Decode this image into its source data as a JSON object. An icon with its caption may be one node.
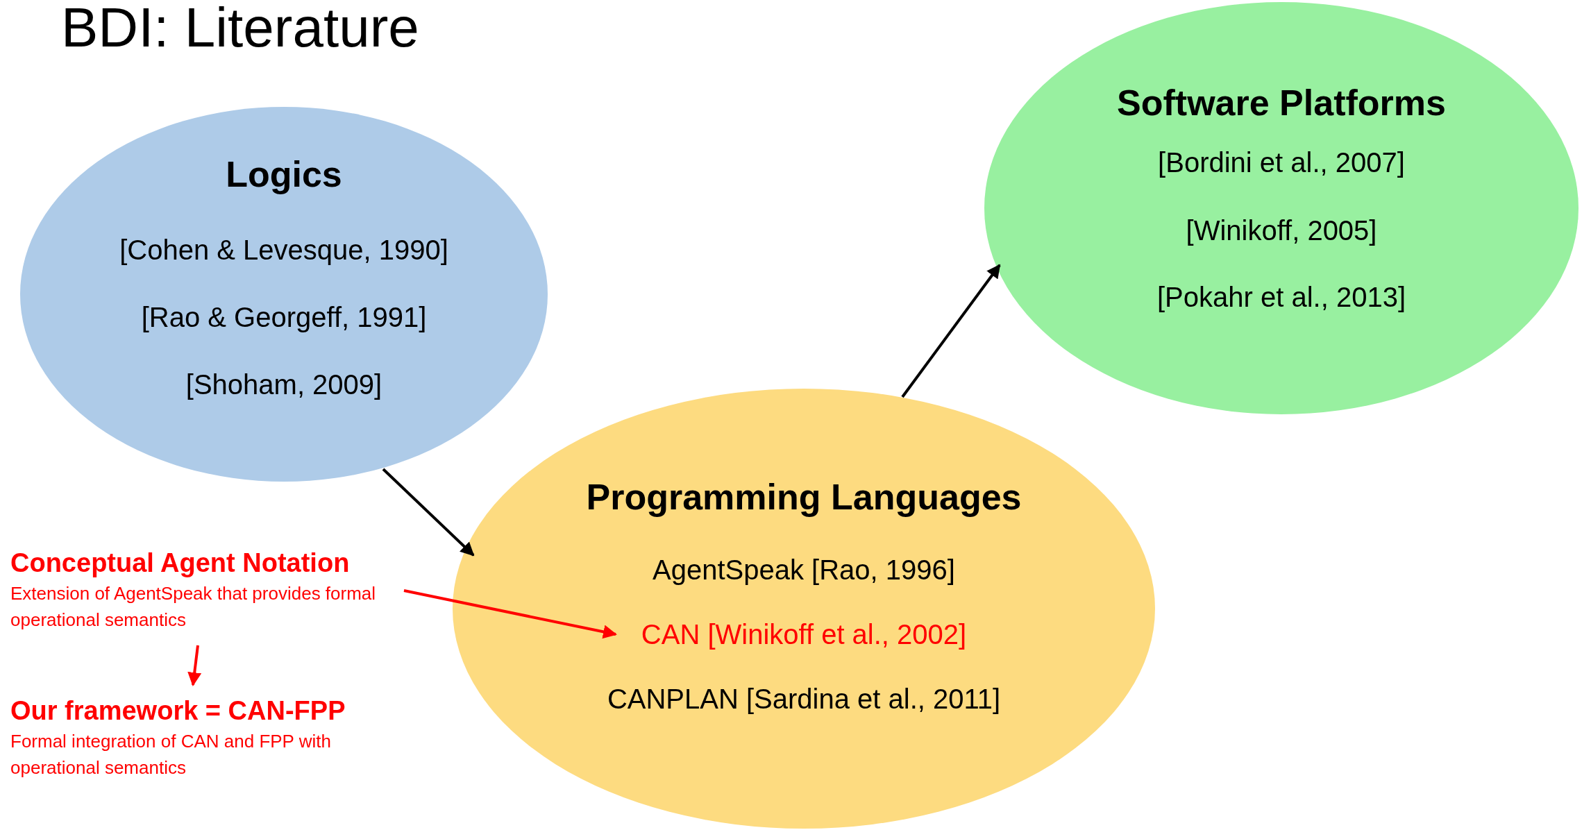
{
  "diagram": {
    "title": "BDI: Literature",
    "nodes": [
      {
        "text": [
          "Logics",
          "[Cohen & Levesque, 1990]",
          "[Rao & Georgeff, 1991]",
          "[Shoham, 2009]"
        ]
      },
      {
        "text": [
          "Software Platforms",
          "[Bordini et al., 2007]",
          "[Winikoff, 2005]",
          "[Pokahr et al., 2013]"
        ]
      },
      {
        "text": [
          "Programming Languages",
          "AgentSpeak [Rao, 1996]",
          "CANPLAN [Sardina et al., 2011]"
        ]
      },
      {
        "text": [
          "CAN [Winikoff et al., 2002]"
        ],
        "in": 2
      },
      {
        "text": [
          "Conceptual Agent Notation",
          "Extension of AgentSpeak that provides formal operational semantics"
        ]
      },
      {
        "text": [
          "Our framework = CAN-FPP",
          "Formal integration of CAN and FPP with operational semantics"
        ]
      }
    ],
    "edges": [
      {
        "from": 0,
        "to": 2,
        "arrow": "to"
      },
      {
        "from": 2,
        "to": 1,
        "arrow": "to"
      },
      {
        "from": 4,
        "to": 3,
        "arrow": "to",
        "color": "#ff0000"
      },
      {
        "from": 4,
        "to": 5,
        "arrow": "to",
        "color": "#ff0000"
      }
    ]
  }
}
